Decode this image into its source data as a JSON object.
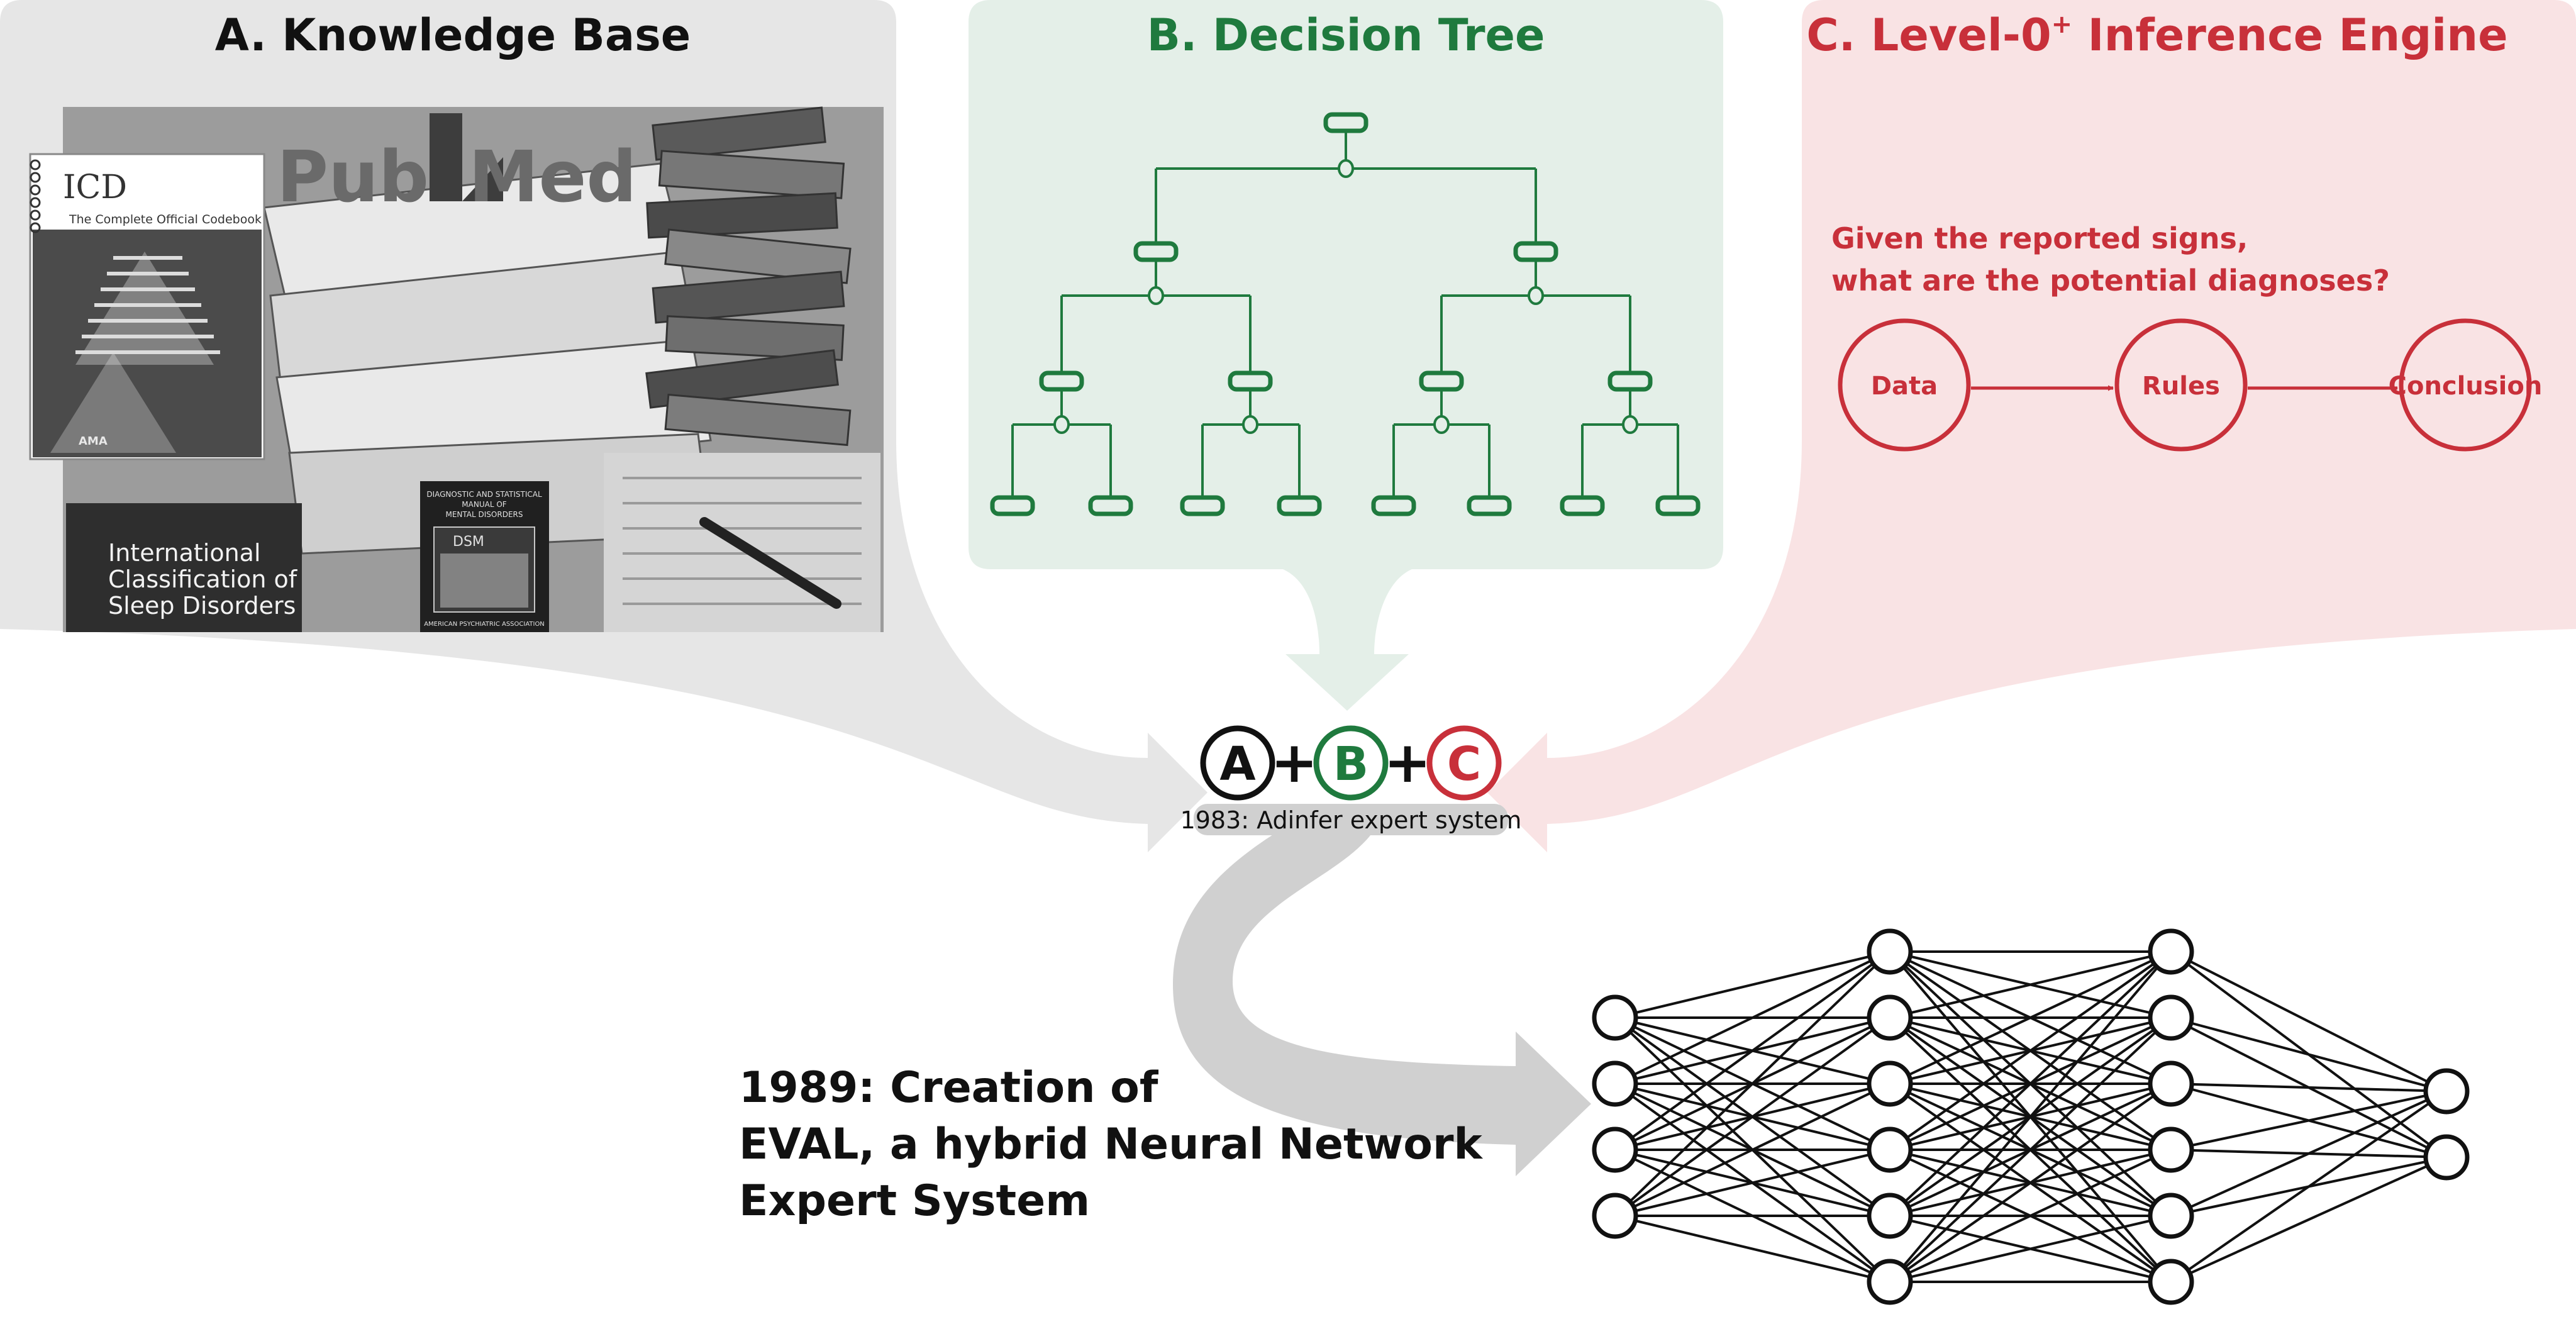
{
  "panel_a": {
    "title": "A. Knowledge Base",
    "icd_book": {
      "title": "ICD",
      "subtitle": "The Complete Official Codebook",
      "publisher": "AMA"
    },
    "pubmed_logo": {
      "text_left": "Pub",
      "text_right": "Med"
    },
    "sleep_book": {
      "line1": "International",
      "line2": "Classification of",
      "line3": "Sleep Disorders"
    },
    "dsm_book": {
      "top_line1": "DIAGNOSTIC AND STATISTICAL",
      "top_line2": "MANUAL OF",
      "top_line3": "MENTAL DISORDERS",
      "abbr": "DSM",
      "bottom": "AMERICAN PSYCHIATRIC ASSOCIATION"
    }
  },
  "panel_b": {
    "title": "B. Decision Tree"
  },
  "panel_c": {
    "title": "C. Level-0",
    "title_sup": "+",
    "title_rest": " Inference Engine",
    "question_line1": "Given the reported signs,",
    "question_line2": "what are the potential diagnoses?",
    "nodes": [
      "Data",
      "Rules",
      "Conclusion"
    ]
  },
  "combo": {
    "a": "A",
    "b": "B",
    "c": "C",
    "plus": "+",
    "caption": "1983:  Adinfer expert system"
  },
  "eval_text": {
    "line1": "1989: Creation of",
    "line2": "EVAL, a hybrid  Neural Network",
    "line3": "Expert System"
  },
  "network": {
    "layers": [
      4,
      6,
      6,
      2
    ]
  },
  "colors": {
    "green": "#1f7a3e",
    "green_bg": "#e4efe8",
    "red": "#c8303a",
    "red_bg": "#f9e3e4",
    "gray_bg": "#e6e6e6",
    "gray_arrow": "#d0d0d0",
    "black": "#111111"
  }
}
